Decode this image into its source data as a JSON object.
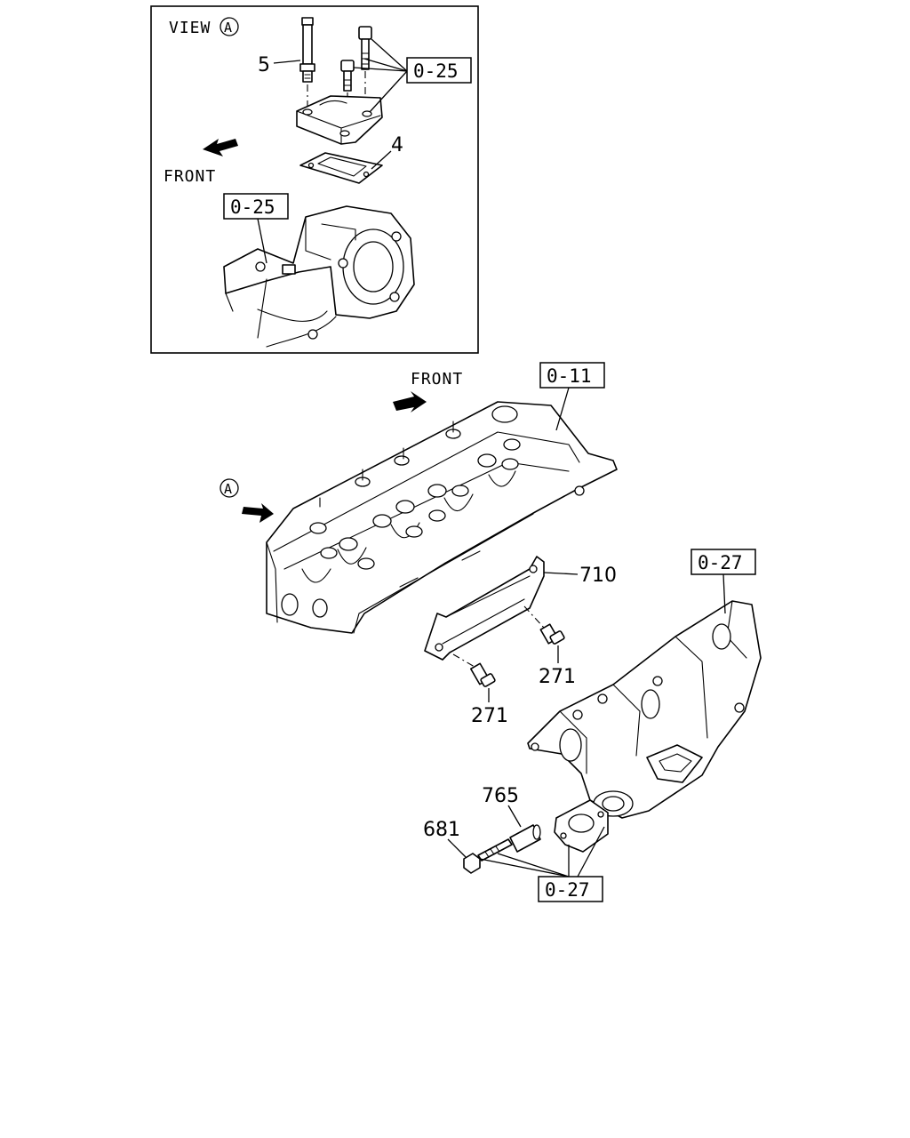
{
  "inset": {
    "view_label": "VIEW",
    "view_marker": "A",
    "front_label": "FRONT",
    "refs": [
      "0-25",
      "0-25"
    ],
    "part_numbers": [
      "5",
      "4"
    ]
  },
  "main": {
    "front_label": "FRONT",
    "view_marker": "A",
    "refs": [
      "0-11",
      "0-27",
      "0-27"
    ],
    "part_numbers": [
      "710",
      "271",
      "271",
      "765",
      "681"
    ]
  }
}
